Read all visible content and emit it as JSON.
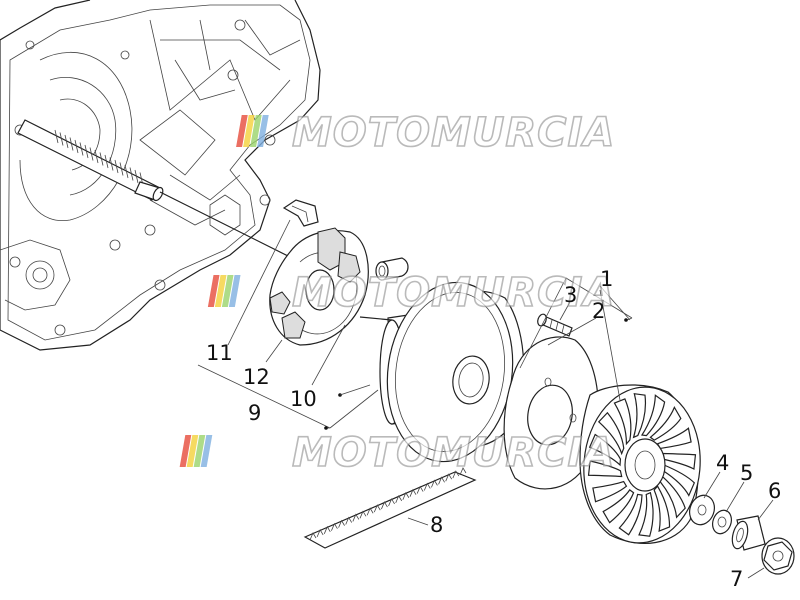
{
  "watermark": {
    "text": "MOTOMURCIA",
    "stripe_colors": [
      "#e74c3c",
      "#f5d23a",
      "#9bd46b",
      "#7fb0e0"
    ]
  },
  "callouts": {
    "n1": "1",
    "n2": "2",
    "n3": "3",
    "n4": "4",
    "n5": "5",
    "n6": "6",
    "n7": "7",
    "n8": "8",
    "n9": "9",
    "n10": "10",
    "n11": "11",
    "n12": "12"
  }
}
